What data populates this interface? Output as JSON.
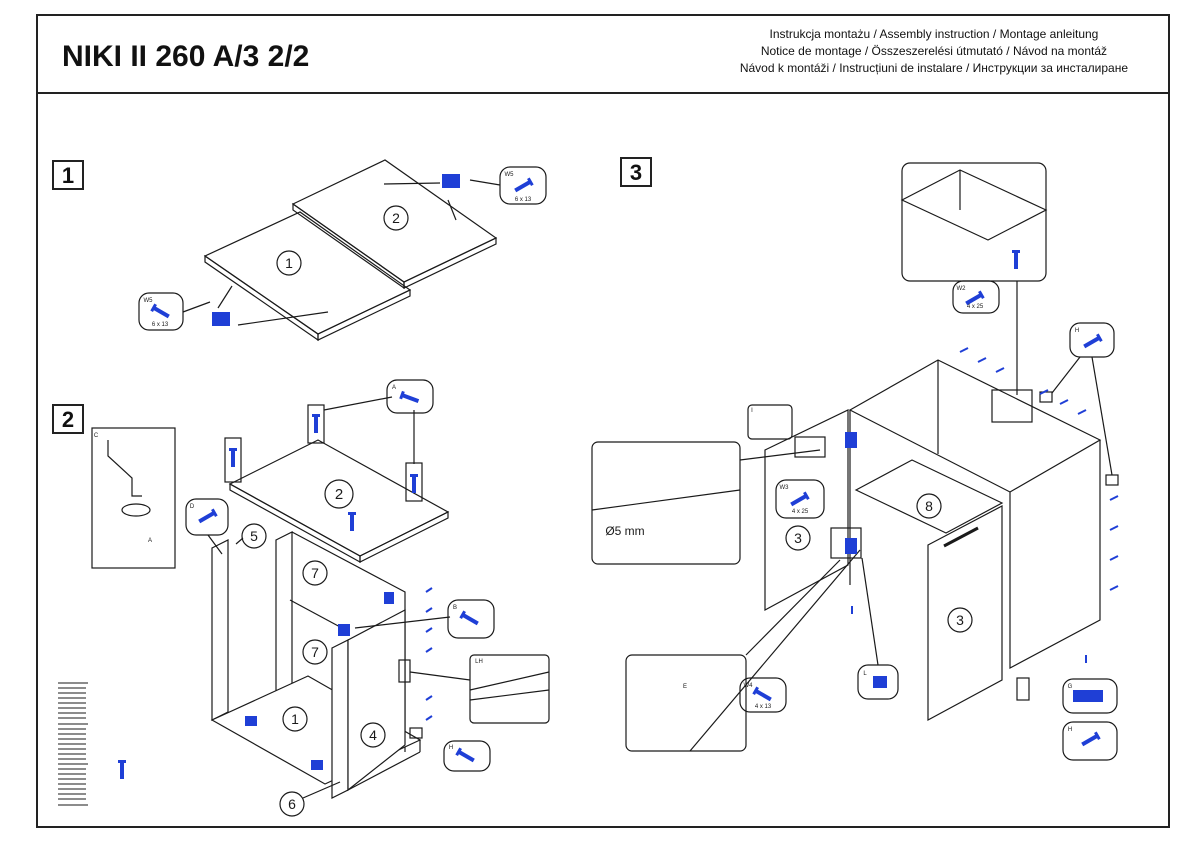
{
  "header": {
    "title": "NIKI II 260 A/3 2/2",
    "instructions": [
      "Instrukcja montażu / Assembly instruction / Montage anleitung",
      "Notice de montage / Összeszerelési útmutató / Návod na montáž",
      "Návod k montáži / Instrucțiuni de instalare / Инструкции за инсталиране"
    ]
  },
  "steps": [
    "1",
    "2",
    "3"
  ],
  "parts": {
    "p1": "1",
    "p2": "2",
    "p3": "3",
    "p4": "4",
    "p5": "5",
    "p6": "6",
    "p7": "7",
    "p8": "8"
  },
  "fasteners": {
    "w5": "W5",
    "w5_size": "6 x 13",
    "a": "A",
    "b": "B",
    "c": "C",
    "d": "D",
    "e": "E",
    "g": "G",
    "h": "H",
    "l": "L",
    "lh": "LH",
    "i": "I",
    "w2": "W2",
    "w2_size": "4 x 25",
    "w3": "W3",
    "w3_size": "4 x 25",
    "w4": "W4",
    "w4_size": "4 x 13"
  },
  "drill": {
    "diameter": "Ø5 mm"
  },
  "colors": {
    "ink": "#1a1a1a",
    "hardware": "#1f3fd6"
  }
}
